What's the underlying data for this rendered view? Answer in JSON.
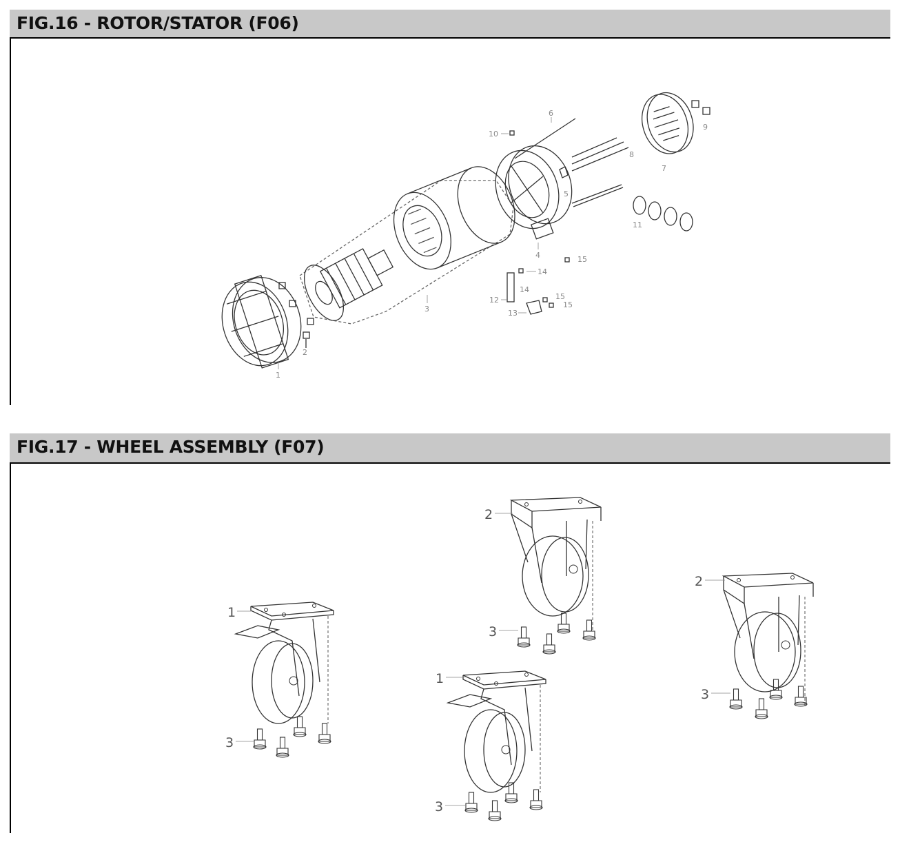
{
  "fig16": {
    "title": "FIG.16 - ROTOR/STATOR (F06)",
    "callouts": [
      "1",
      "2",
      "3",
      "4",
      "5",
      "6",
      "7",
      "8",
      "9",
      "10",
      "11",
      "12",
      "13",
      "14",
      "14",
      "15",
      "15",
      "15"
    ]
  },
  "fig17": {
    "title": "FIG.17 - WHEEL ASSEMBLY (F07)",
    "callouts": [
      "1",
      "3",
      "2",
      "3",
      "1",
      "3",
      "2",
      "3"
    ]
  }
}
